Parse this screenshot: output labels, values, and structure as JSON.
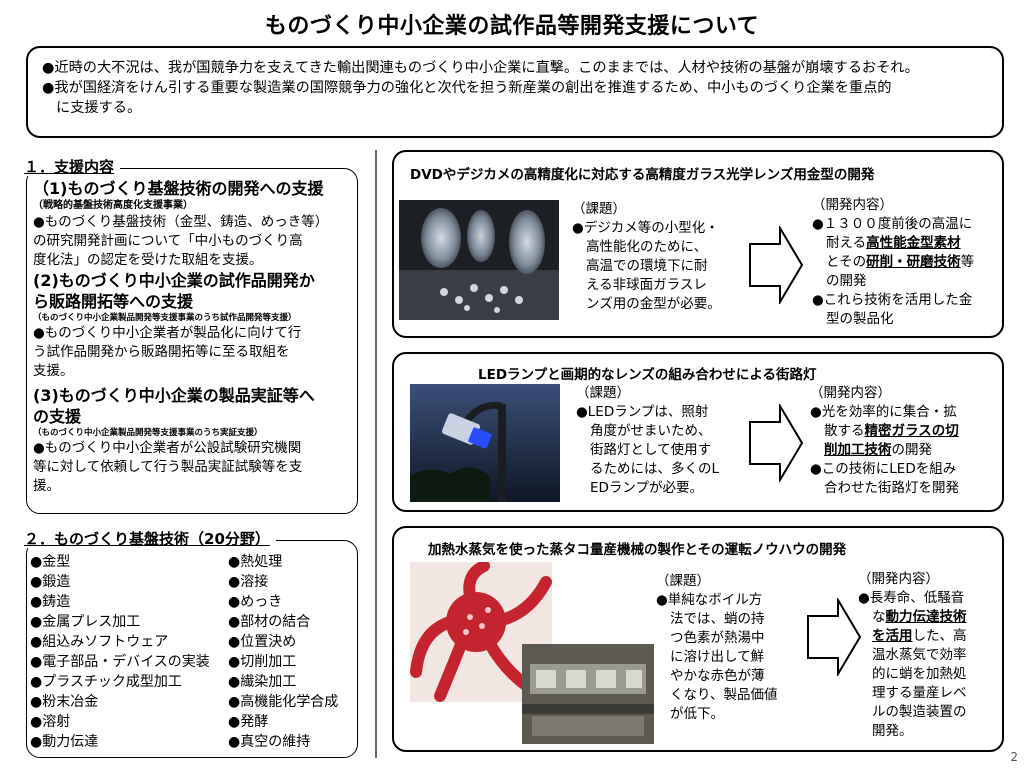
{
  "title": "ものづくり中小企業の試作品等開発支援について",
  "intro": {
    "p1": "●近時の大不況は、我が国競争力を支えてきた輸出関連ものづくり中小企業に直撃。このままでは、人材や技術の基盤が崩壊するおそれ。",
    "p2a": "●我が国経済をけん引する重要な製造業の国際競争力の強化と次代を担う新産業の創出を推進するため、中小ものづくり企業を重点的",
    "p2b": "に支援する。"
  },
  "section1": {
    "title": "１．支援内容",
    "item1": {
      "heading": "（1)ものづくり基盤技術の開発への支援",
      "note": "（戦略的基盤技術高度化支援事業）",
      "lines": [
        "●ものづくり基盤技術（金型、鋳造、めっき等）",
        "の研究開発計画について「中小ものづくり高",
        "度化法」の認定を受けた取組を支援。"
      ]
    },
    "item2": {
      "heading1": "(2)ものづくり中小企業の試作品開発か",
      "heading2": "ら販路開拓等への支援",
      "note": "（ものづくり中小企業製品開発等支援事業のうち試作品開発等支援）",
      "lines": [
        "●ものづくり中小企業者が製品化に向けて行",
        "う試作品開発から販路開拓等に至る取組を",
        "支援。"
      ]
    },
    "item3": {
      "heading1": "(3)ものづくり中小企業の製品実証等へ",
      "heading2": "の支援",
      "note": "（ものづくり中小企業製品開発等支援事業のうち実証支援）",
      "lines": [
        "●ものづくり中小企業者が公設試験研究機関",
        "等に対して依頼して行う製品実証試験等を支",
        "援。"
      ]
    }
  },
  "section2": {
    "title": "２．ものづくり基盤技術（20分野）",
    "col1": [
      "●金型",
      "●鍛造",
      "●鋳造",
      "●金属プレス加工",
      "●組込みソフトウェア",
      "●電子部品・デバイスの実装",
      "●プラスチック成型加工",
      "●粉末冶金",
      "●溶射",
      "●動力伝達"
    ],
    "col2": [
      "●熱処理",
      "●溶接",
      "●めっき",
      "●部材の結合",
      "●位置決め",
      "●切削加工",
      "●繊染加工",
      "●高機能化学合成",
      "●発酵",
      "●真空の維持"
    ]
  },
  "cards": [
    {
      "title": "DVDやデジカメの高精度化に対応する高精度ガラス光学レンズ用金型の開発",
      "issue_label": "（課題）",
      "issue_lines": [
        "●デジカメ等の小型化・",
        "高性能化のために、",
        "高温での環境下に耐",
        "える非球面ガラスレ",
        "ンズ用の金型が必要。"
      ],
      "dev_label": "（開発内容）",
      "dev1_l1": "●１３００度前後の高温に",
      "dev1_l2a": "耐える",
      "dev1_l2b": "高性能金型素材",
      "dev1_l3a": "とその",
      "dev1_l3b": "研削・研磨技術",
      "dev1_l3c": "等",
      "dev1_l4": "の開発",
      "dev2_l1": "●これら技術を活用した金",
      "dev2_l2": "型の製品化"
    },
    {
      "title": "LEDランプと画期的なレンズの組み合わせによる街路灯",
      "issue_label": "（課題）",
      "issue_lines": [
        "●LEDランプは、照射",
        "角度がせまいため、",
        "街路灯として使用す",
        "るためには、多くのL",
        "EDランプが必要。"
      ],
      "dev_label": "（開発内容）",
      "dev1_l1": "●光を効率的に集合・拡",
      "dev1_l2a": "散する",
      "dev1_l2b": "精密ガラスの切",
      "dev1_l3a": "削加工技術",
      "dev1_l3b": "の開発",
      "dev2_l1": "●この技術にLEDを組み",
      "dev2_l2": "合わせた街路灯を開発"
    },
    {
      "title": "加熱水蒸気を使った蒸タコ量産機械の製作とその運転ノウハウの開発",
      "issue_label": "（課題）",
      "issue_lines": [
        "●単純なボイル方",
        "法では、蛸の持",
        "つ色素が熱湯中",
        "に溶け出して鮮",
        "やかな赤色が薄",
        "くなり、製品価値",
        "が低下。"
      ],
      "dev_label": "（開発内容）",
      "dev1_l1": "●長寿命、低騒音",
      "dev1_l2a": "な",
      "dev1_l2b": "動力伝達技術",
      "dev1_l3a": "を活用",
      "dev1_l3b": "した、高",
      "dev_lines": [
        "温水蒸気で効率",
        "的に蛸を加熱処",
        "理する量産レベ",
        "ルの製造装置の",
        "開発。"
      ]
    }
  ],
  "page_number": "2"
}
